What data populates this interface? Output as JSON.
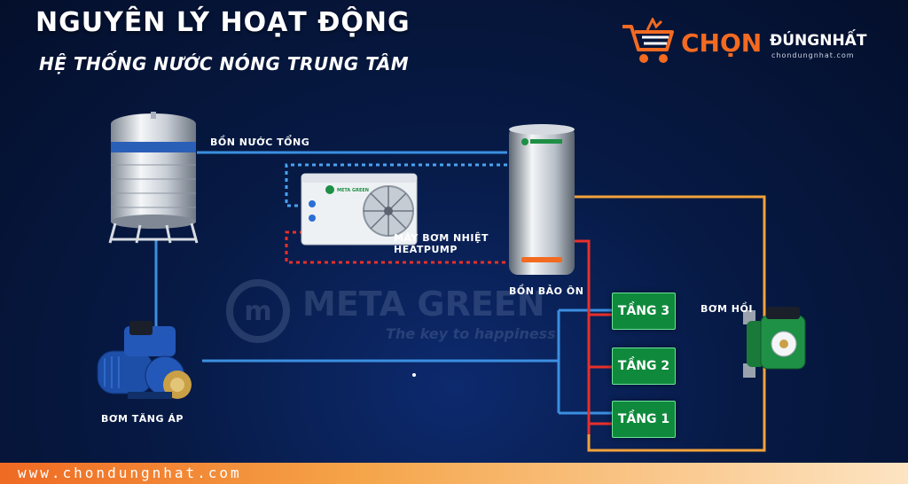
{
  "title": "NGUYÊN LÝ HOẠT ĐỘNG",
  "subtitle": "HỆ THỐNG NƯỚC NÓNG TRUNG TÂM",
  "logo": {
    "part1": "CHỌN",
    "part2": "ĐÚNGNHẤT",
    "domain": "chondungnhat.com"
  },
  "labels": {
    "tank": "BỒN NƯỚC TỔNG",
    "heatpump_line1": "MÁY BƠM NHIỆT",
    "heatpump_line2": "HEATPUMP",
    "storage": "BỒN BẢO ÔN",
    "booster": "BƠM TĂNG ÁP",
    "return_pump": "BƠM HỒI"
  },
  "floors": [
    "TẦNG 3",
    "TẦNG 2",
    "TẦNG 1"
  ],
  "watermark": {
    "mark": "m",
    "name": "META GREEN",
    "tagline": "The key to happiness"
  },
  "footer": "www.chondungnhat.com",
  "colors": {
    "background": "#071a45",
    "cold_pipe": "#3b8fe0",
    "hot_pipe": "#e8302a",
    "return_pipe": "#f2a23a",
    "floor_box": "#0f8a3c",
    "accent": "#f36a21"
  },
  "icons": {
    "logo": "shopping-cart-icon",
    "tank": "water-tank-icon",
    "heatpump": "heat-pump-unit-icon",
    "storage": "storage-cylinder-icon",
    "booster": "booster-pump-icon",
    "return_pump": "circulation-pump-icon"
  }
}
